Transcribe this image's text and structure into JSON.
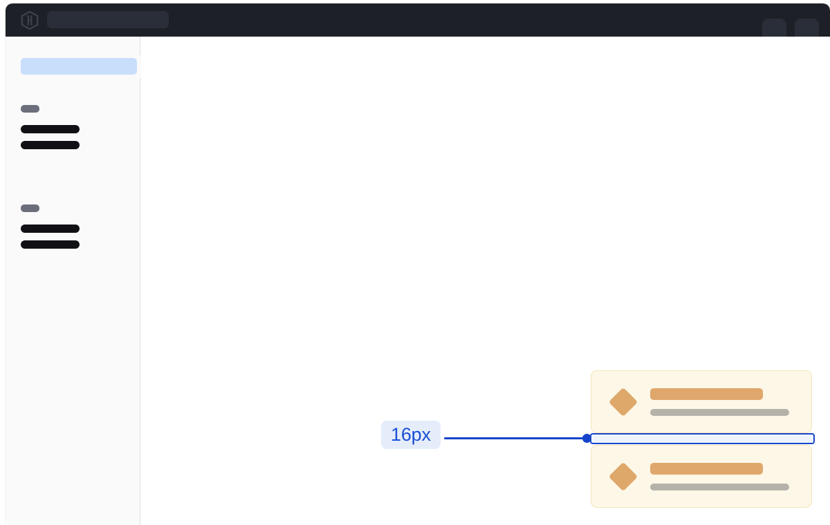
{
  "window": {
    "name": "design-spec-inspector-window"
  },
  "header": {
    "logo_icon": "hashicorp-hexagon-logo-icon",
    "search_placeholder_block": "search-bar-skeleton",
    "right_chips": [
      {
        "name": "header-chip-1"
      },
      {
        "name": "header-chip-2"
      }
    ]
  },
  "sidebar": {
    "search_block": "sidebar-search-skeleton",
    "groups": [
      {
        "label_block": "nav-group-label-skeleton",
        "items": [
          {
            "name": "nav-item-skeleton-1"
          },
          {
            "name": "nav-item-skeleton-2"
          }
        ]
      },
      {
        "label_block": "nav-group-label-skeleton",
        "items": [
          {
            "name": "nav-item-skeleton-3"
          },
          {
            "name": "nav-item-skeleton-4"
          }
        ]
      }
    ],
    "notch": "sidebar-collapse-tab"
  },
  "main": {
    "cards": [
      {
        "icon": "diamond-icon",
        "title_block": "card-title-skeleton",
        "subtitle_block": "card-subtitle-skeleton"
      },
      {
        "icon": "diamond-icon",
        "title_block": "card-title-skeleton",
        "subtitle_block": "card-subtitle-skeleton"
      }
    ]
  },
  "annotation": {
    "measurement_value": "16px",
    "target": "gap-between-cards"
  },
  "colors": {
    "header_bg": "#1d2027",
    "header_chip": "#2a2e38",
    "sidebar_bg": "#fafafb",
    "sidebar_border": "#dfe0e4",
    "sidebar_search": "#c8defa",
    "nav_label": "#6b6f7b",
    "nav_item": "#111115",
    "card_bg": "#fdf7e7",
    "card_border": "#f5e3bc",
    "card_diamond": "#dea86b",
    "card_title": "#e0a76c",
    "card_subtitle": "#b5b2aa",
    "annotation_blue": "#1645c9",
    "annotation_label_bg": "#e5edfb",
    "annotation_label_text": "#1a4fd6",
    "gap_highlight_fill": "#eef3fd"
  }
}
